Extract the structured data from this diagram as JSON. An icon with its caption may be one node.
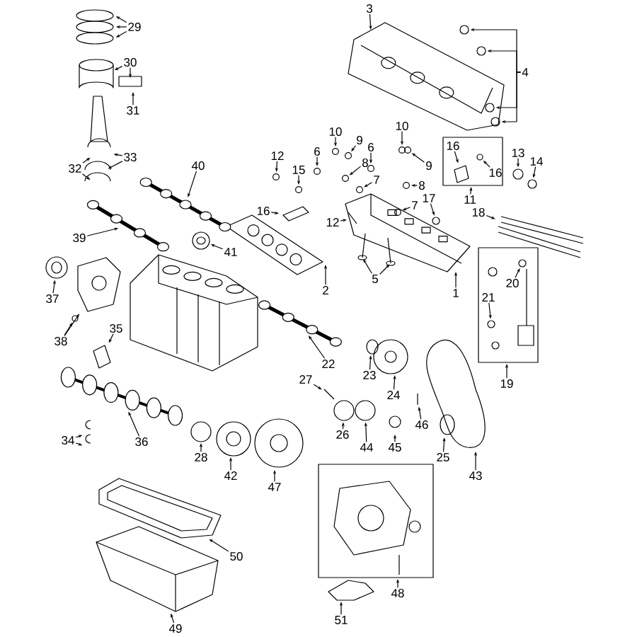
{
  "diagram": {
    "nodes": [
      {
        "text": [
          "3"
        ]
      },
      {
        "text": [
          "29"
        ]
      },
      {
        "text": [
          "30"
        ]
      },
      {
        "text": [
          "4"
        ]
      },
      {
        "text": [
          "31"
        ]
      },
      {
        "text": [
          "10"
        ]
      },
      {
        "text": [
          "10"
        ]
      },
      {
        "text": [
          "9"
        ]
      },
      {
        "text": [
          "6"
        ]
      },
      {
        "text": [
          "6"
        ]
      },
      {
        "text": [
          "16"
        ]
      },
      {
        "text": [
          "13"
        ]
      },
      {
        "text": [
          "14"
        ]
      },
      {
        "text": [
          "12"
        ]
      },
      {
        "text": [
          "33"
        ]
      },
      {
        "text": [
          "8"
        ]
      },
      {
        "text": [
          "16"
        ]
      },
      {
        "text": [
          "9"
        ]
      },
      {
        "text": [
          "15"
        ]
      },
      {
        "text": [
          "32"
        ]
      },
      {
        "text": [
          "40"
        ]
      },
      {
        "text": [
          "8"
        ]
      },
      {
        "text": [
          "7"
        ]
      },
      {
        "text": [
          "17"
        ]
      },
      {
        "text": [
          "7"
        ]
      },
      {
        "text": [
          "11"
        ]
      },
      {
        "text": [
          "18"
        ]
      },
      {
        "text": [
          "16"
        ]
      },
      {
        "text": [
          "41"
        ]
      },
      {
        "text": [
          "12"
        ]
      },
      {
        "text": [
          "39"
        ]
      },
      {
        "text": [
          "2"
        ]
      },
      {
        "text": [
          "5"
        ]
      },
      {
        "text": [
          "1"
        ]
      },
      {
        "text": [
          "20"
        ]
      },
      {
        "text": [
          "21"
        ]
      },
      {
        "text": [
          "37"
        ]
      },
      {
        "text": [
          "35"
        ]
      },
      {
        "text": [
          "38"
        ]
      },
      {
        "text": [
          "22"
        ]
      },
      {
        "text": [
          "19"
        ]
      },
      {
        "text": [
          "23"
        ]
      },
      {
        "text": [
          "27"
        ]
      },
      {
        "text": [
          "24"
        ]
      },
      {
        "text": [
          "46"
        ]
      },
      {
        "text": [
          "34"
        ]
      },
      {
        "text": [
          "26"
        ]
      },
      {
        "text": [
          "36"
        ]
      },
      {
        "text": [
          "45"
        ]
      },
      {
        "text": [
          "44"
        ]
      },
      {
        "text": [
          "28"
        ]
      },
      {
        "text": [
          "25"
        ]
      },
      {
        "text": [
          "42"
        ]
      },
      {
        "text": [
          "43"
        ]
      },
      {
        "text": [
          "47"
        ]
      },
      {
        "text": [
          "50"
        ]
      },
      {
        "text": [
          "48"
        ]
      },
      {
        "text": [
          "51"
        ]
      },
      {
        "text": [
          "49"
        ]
      },
      {
        "text": [],
        "shape": "circle"
      },
      {
        "text": [],
        "shape": "circle"
      },
      {
        "text": [],
        "shape": "circle"
      },
      {
        "text": [],
        "shape": "circle"
      },
      {
        "text": [],
        "shape": "circle"
      },
      {
        "text": [],
        "shape": "picture"
      },
      {
        "text": [],
        "shape": "circle"
      },
      {
        "text": [],
        "shape": "circle"
      },
      {
        "text": [],
        "shape": "circle"
      },
      {
        "text": [],
        "shape": "circle"
      },
      {
        "text": [],
        "shape": "circle"
      },
      {
        "text": [],
        "shape": "circle"
      },
      {
        "text": [],
        "shape": "circle"
      },
      {
        "text": [],
        "shape": "circle"
      },
      {
        "text": [],
        "shape": "circle"
      },
      {
        "text": [],
        "shape": "circle"
      },
      {
        "text": [],
        "shape": "circle"
      },
      {
        "text": [],
        "shape": "picture"
      },
      {
        "text": [],
        "shape": "circle"
      },
      {
        "text": [],
        "shape": "circle"
      },
      {
        "text": [],
        "shape": "picture"
      },
      {
        "text": [],
        "shape": "picture"
      },
      {
        "text": [],
        "shape": "picture"
      },
      {
        "text": [],
        "shape": "picture"
      },
      {
        "text": [],
        "shape": "picture"
      },
      {
        "text": [],
        "shape": "circle"
      },
      {
        "text": [],
        "shape": "picture"
      },
      {
        "text": [],
        "shape": "picture"
      },
      {
        "text": [],
        "shape": "picture"
      },
      {
        "text": [],
        "shape": "circle"
      },
      {
        "text": [],
        "shape": "circle"
      },
      {
        "text": [],
        "shape": "circle"
      },
      {
        "text": [],
        "shape": "circle"
      },
      {
        "text": [],
        "shape": "circle"
      },
      {
        "text": [],
        "shape": "circle"
      },
      {
        "text": [],
        "shape": "circle"
      },
      {
        "text": [],
        "shape": "picture"
      },
      {
        "text": [],
        "shape": "picture"
      },
      {
        "text": [],
        "shape": "picture"
      },
      {
        "text": [],
        "shape": "picture"
      },
      {
        "text": [],
        "shape": "circle"
      },
      {
        "text": [],
        "shape": "picture"
      },
      {
        "text": [],
        "shape": "picture"
      },
      {
        "text": [],
        "shape": "picture"
      },
      {
        "text": [],
        "shape": "picture"
      }
    ],
    "edges": [
      {
        "from": 0,
        "to": null,
        "arrow": "to"
      },
      {
        "from": 1,
        "to": null,
        "arrow": "to"
      },
      {
        "from": 1,
        "to": null,
        "arrow": "to"
      },
      {
        "from": 1,
        "to": null,
        "arrow": "to"
      },
      {
        "from": 2,
        "to": null,
        "arrow": "to"
      },
      {
        "from": 2,
        "to": null,
        "arrow": "to"
      },
      {
        "from": 3,
        "to": 89,
        "arrow": "to"
      },
      {
        "from": 3,
        "to": 90,
        "arrow": "to"
      },
      {
        "from": 3,
        "to": 91,
        "arrow": "to"
      },
      {
        "from": 3,
        "to": 92,
        "arrow": "to"
      },
      {
        "from": 4,
        "to": null,
        "arrow": "to"
      },
      {
        "from": 5,
        "to": 59,
        "arrow": "to"
      },
      {
        "from": 6,
        "to": 60,
        "arrow": "to"
      },
      {
        "from": 7,
        "to": 61,
        "arrow": "to"
      },
      {
        "from": 8,
        "to": 62,
        "arrow": "to"
      },
      {
        "from": 9,
        "to": 63,
        "arrow": "to"
      },
      {
        "from": 10,
        "to": 64,
        "arrow": "to"
      },
      {
        "from": 11,
        "to": 65,
        "arrow": "to"
      },
      {
        "from": 12,
        "to": 66,
        "arrow": "to"
      },
      {
        "from": 13,
        "to": 67,
        "arrow": "to"
      },
      {
        "from": 14,
        "to": 95,
        "arrow": "to"
      },
      {
        "from": 14,
        "to": 96,
        "arrow": "to"
      },
      {
        "from": 15,
        "to": 68,
        "arrow": "to"
      },
      {
        "from": 16,
        "to": 69,
        "arrow": "to"
      },
      {
        "from": 17,
        "to": 70,
        "arrow": "to"
      },
      {
        "from": 18,
        "to": 71,
        "arrow": "to"
      },
      {
        "from": 19,
        "to": 95,
        "arrow": "to"
      },
      {
        "from": 19,
        "to": 97,
        "arrow": "to"
      },
      {
        "from": 20,
        "to": 86,
        "arrow": "to"
      },
      {
        "from": 21,
        "to": 72,
        "arrow": "to"
      },
      {
        "from": 22,
        "to": 73,
        "arrow": "to"
      },
      {
        "from": 23,
        "to": 74,
        "arrow": "to"
      },
      {
        "from": 24,
        "to": 75,
        "arrow": "to"
      },
      {
        "from": 25,
        "to": null,
        "arrow": "to"
      },
      {
        "from": 26,
        "to": 76,
        "arrow": "to"
      },
      {
        "from": 27,
        "to": null,
        "arrow": "to"
      },
      {
        "from": 28,
        "to": 99,
        "arrow": "to"
      },
      {
        "from": 29,
        "to": null,
        "arrow": "to"
      },
      {
        "from": 30,
        "to": 87,
        "arrow": "to"
      },
      {
        "from": 31,
        "to": null,
        "arrow": "to"
      },
      {
        "from": 32,
        "to": null,
        "arrow": "to"
      },
      {
        "from": 32,
        "to": null,
        "arrow": "to"
      },
      {
        "from": 33,
        "to": null,
        "arrow": "to"
      },
      {
        "from": 34,
        "to": 77,
        "arrow": "to"
      },
      {
        "from": 35,
        "to": 78,
        "arrow": "to"
      },
      {
        "from": 36,
        "to": 84,
        "arrow": "to"
      },
      {
        "from": 37,
        "to": 79,
        "arrow": "to"
      },
      {
        "from": 38,
        "to": 88,
        "arrow": "to"
      },
      {
        "from": 38,
        "to": 83,
        "arrow": "to"
      },
      {
        "from": 39,
        "to": 85,
        "arrow": "to"
      },
      {
        "from": 40,
        "to": null,
        "arrow": "to"
      },
      {
        "from": 41,
        "to": null,
        "arrow": "to"
      },
      {
        "from": 42,
        "to": 100,
        "arrow": "to"
      },
      {
        "from": 43,
        "to": null,
        "arrow": "to"
      },
      {
        "from": 44,
        "to": 101,
        "arrow": "to"
      },
      {
        "from": 45,
        "to": 81,
        "arrow": "to"
      },
      {
        "from": 45,
        "to": 82,
        "arrow": "to"
      },
      {
        "from": 46,
        "to": 94,
        "arrow": "to"
      },
      {
        "from": 47,
        "to": 80,
        "arrow": "to"
      },
      {
        "from": 48,
        "to": null,
        "arrow": "to"
      },
      {
        "from": 49,
        "to": 93,
        "arrow": "to"
      },
      {
        "from": 50,
        "to": null,
        "arrow": "to"
      },
      {
        "from": 51,
        "to": null,
        "arrow": "to"
      },
      {
        "from": 52,
        "to": null,
        "arrow": "to"
      },
      {
        "from": 53,
        "to": null,
        "arrow": "to"
      },
      {
        "from": 54,
        "to": null,
        "arrow": "to"
      },
      {
        "from": 55,
        "to": 102,
        "arrow": "to"
      },
      {
        "from": 56,
        "to": null,
        "arrow": "to"
      },
      {
        "from": 57,
        "to": null,
        "arrow": "to"
      },
      {
        "from": 58,
        "to": 103,
        "arrow": "to"
      }
    ]
  }
}
